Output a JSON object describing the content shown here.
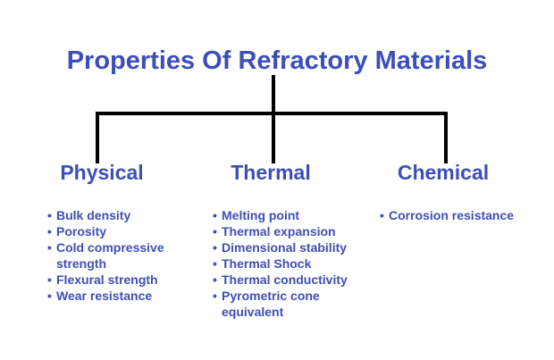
{
  "diagram": {
    "title": "Properties Of Refractory Materials",
    "branches": [
      {
        "heading": "Physical",
        "items": [
          [
            "Bulk density"
          ],
          [
            "Porosity"
          ],
          [
            "Cold compressive",
            "strength"
          ],
          [
            "Flexural strength"
          ],
          [
            "Wear resistance"
          ]
        ]
      },
      {
        "heading": "Thermal",
        "items": [
          [
            "Melting point"
          ],
          [
            "Thermal expansion"
          ],
          [
            "Dimensional stability"
          ],
          [
            "Thermal Shock"
          ],
          [
            "Thermal conductivity"
          ],
          [
            "Pyrometric cone",
            "equivalent"
          ]
        ]
      },
      {
        "heading": "Chemical",
        "items": [
          [
            "Corrosion resistance"
          ]
        ]
      }
    ],
    "colors": {
      "text": "#3c4fb8",
      "connector": "#000000"
    }
  }
}
